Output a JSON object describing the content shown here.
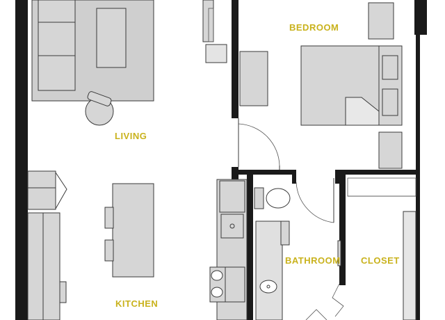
{
  "colors": {
    "wall": "#1a1a1a",
    "furniture_fill": "#d6d6d6",
    "furniture_stroke": "#3a3a3a",
    "label": "#c9b21c",
    "background": "#ffffff"
  },
  "rooms": {
    "bedroom": "BEDROOM",
    "living": "LIVING",
    "kitchen": "KITCHEN",
    "bathroom": "BATHROOM",
    "closet": "CLOSET"
  }
}
